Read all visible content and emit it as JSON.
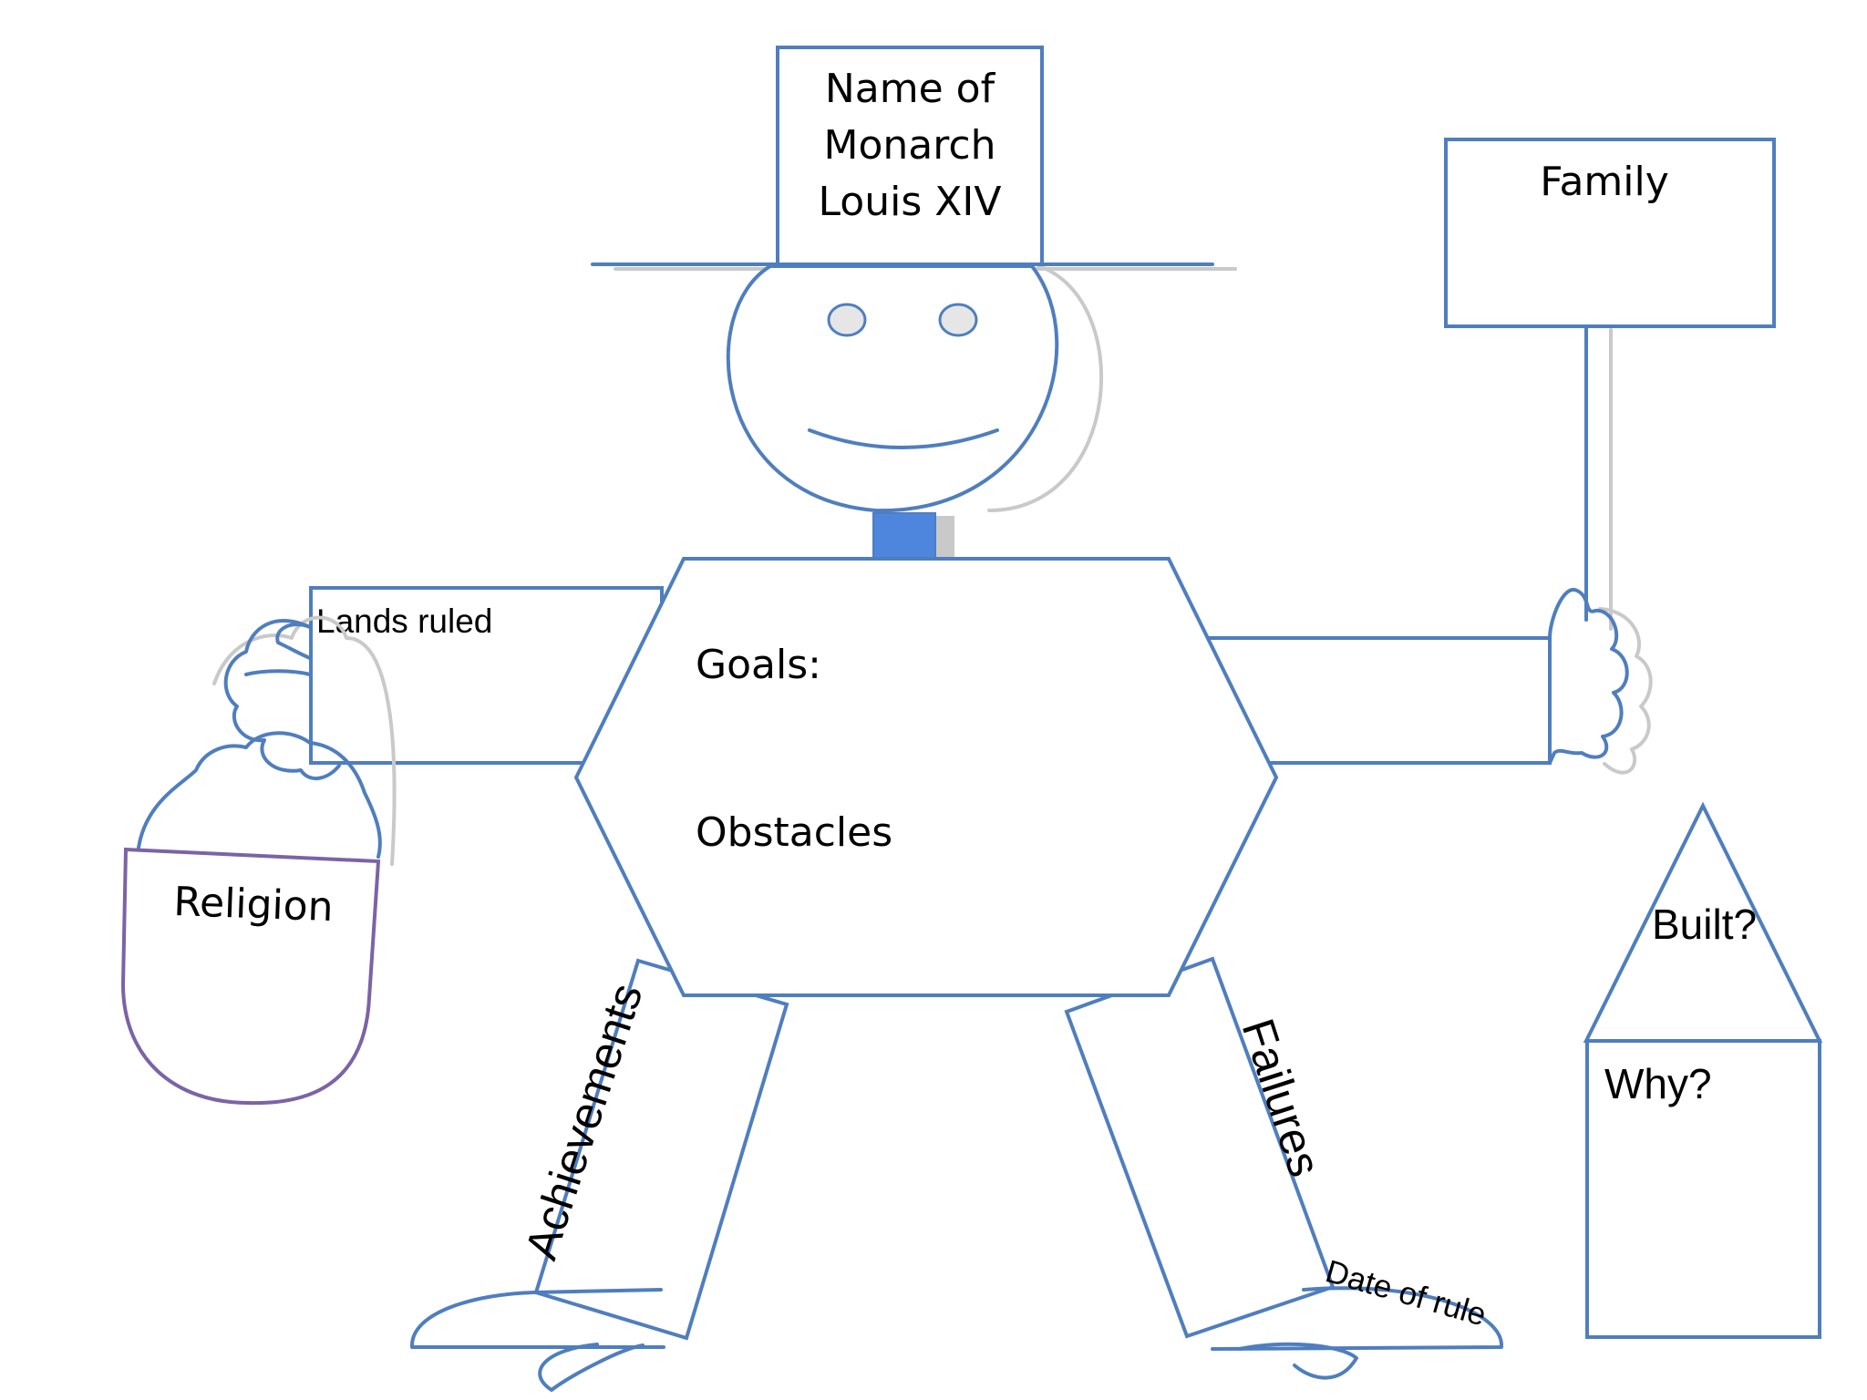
{
  "labels": {
    "hat_line1": "Name of",
    "hat_line2": "Monarch",
    "hat_line3": "Louis XIV",
    "family": "Family",
    "lands_ruled": "Lands ruled",
    "goals": "Goals:",
    "obstacles": "Obstacles",
    "religion": "Religion",
    "achievements": "Achievements",
    "failures": "Failures",
    "date_of_rule": "Date of rule",
    "built": "Built?",
    "why": "Why?"
  },
  "colors": {
    "outline": "#4f7ebf",
    "neck": "#4d86dc",
    "bag_outline": "#7b63a6",
    "shadow": "#c9c9c9"
  }
}
